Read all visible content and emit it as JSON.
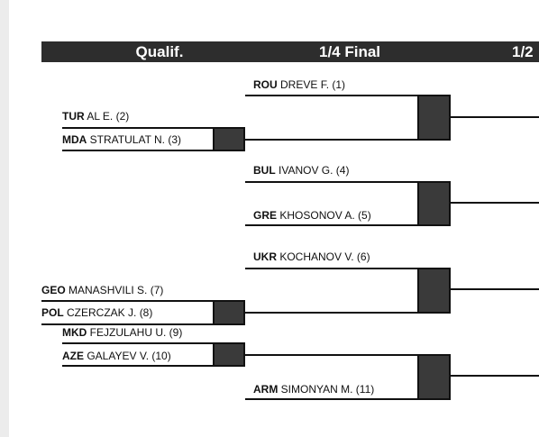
{
  "header": {
    "qualif": "Qualif.",
    "quarter": "1/4 Final",
    "semi": "1/2"
  },
  "entries": [
    {
      "country": "ROU",
      "name": "DREVE F. (1)"
    },
    {
      "country": "TUR",
      "name": "AL E. (2)"
    },
    {
      "country": "MDA",
      "name": "STRATULAT N. (3)"
    },
    {
      "country": "BUL",
      "name": "IVANOV G. (4)"
    },
    {
      "country": "GRE",
      "name": "KHOSONOV A. (5)"
    },
    {
      "country": "UKR",
      "name": "KOCHANOV V. (6)"
    },
    {
      "country": "GEO",
      "name": "MANASHVILI S. (7)"
    },
    {
      "country": "POL",
      "name": "CZERCZAK J. (8)"
    },
    {
      "country": "MKD",
      "name": "FEJZULAHU U. (9)"
    },
    {
      "country": "AZE",
      "name": "GALAYEV V. (10)"
    },
    {
      "country": "ARM",
      "name": "SIMONYAN M. (11)"
    }
  ]
}
